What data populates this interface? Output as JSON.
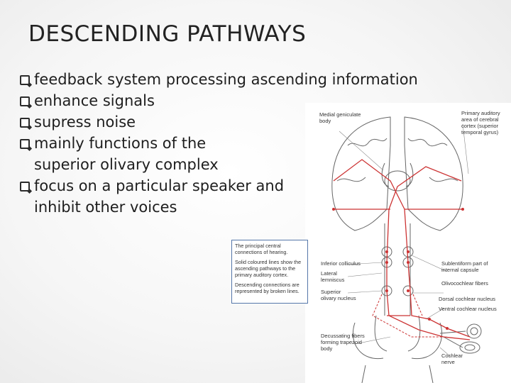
{
  "title": "DESCENDING PATHWAYS",
  "bullets": [
    "feedback system processing ascending information",
    "enhance signals",
    "supress noise",
    "mainly functions of the superior olivary complex",
    "focus on a particular speaker and inhibit other voices"
  ],
  "figure": {
    "labels": {
      "medial_geniculate": "Medial geniculate body",
      "primary_auditory": "Primary auditory area of cerebral cortex (superior temporal gyrus)",
      "inferior_colliculus": "Inferior colliculus",
      "lateral_lemniscus": "Lateral lemniscus",
      "superior_olivary": "Superior olivary nucleus",
      "sublentiform": "Sublentiform part of internal capsule",
      "olivocochlear": "Olivocochlear fibers",
      "dorsal_cochlear": "Dorsal cochlear nucleus",
      "ventral_cochlear": "Ventral cochlear nucleus",
      "decussating": "Decussating fibers forming trapezoid body",
      "cochlear_nerve": "Cochlear nerve"
    },
    "legend": [
      "The principal central connections of hearing.",
      "Solid coloured lines show the ascending pathways to the primary auditory cortex.",
      "Descending connections are represented by broken lines."
    ],
    "colors": {
      "pathway": "#cc3333",
      "outline": "#666666"
    }
  }
}
